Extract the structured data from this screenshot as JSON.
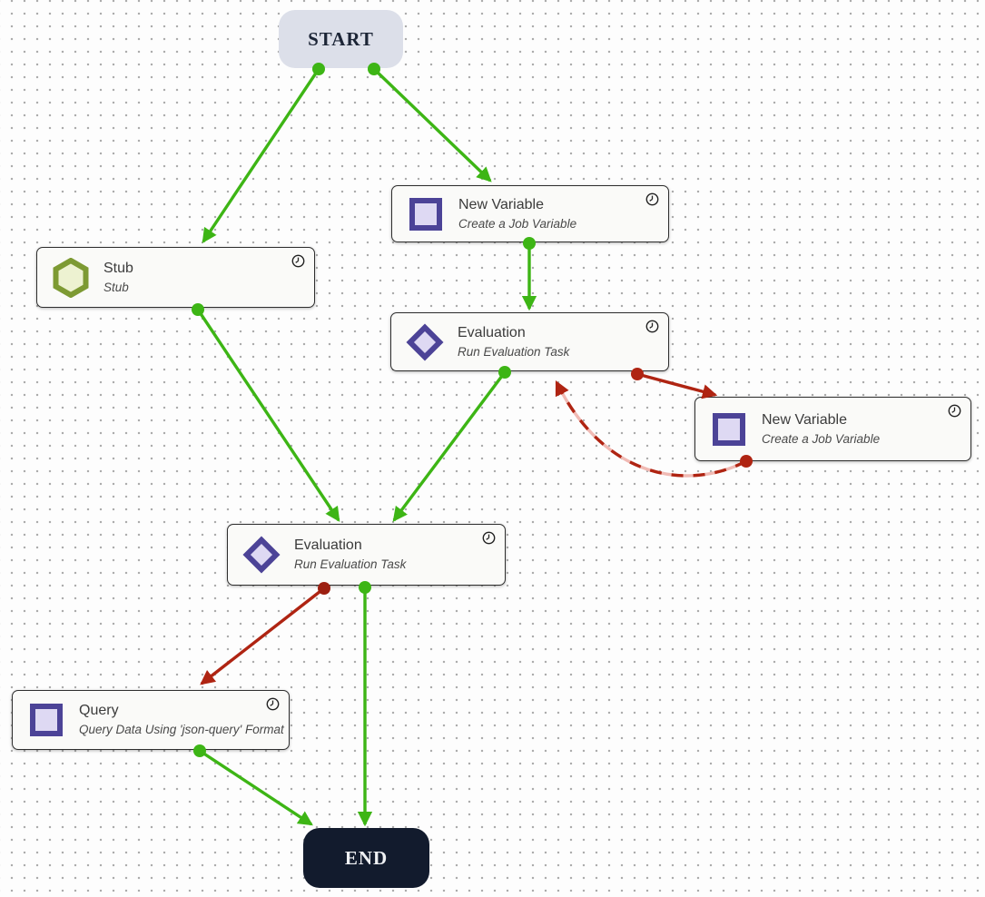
{
  "workflow": {
    "start_label": "START",
    "end_label": "END",
    "nodes": [
      {
        "id": "node-0",
        "title": "New Variable",
        "subtitle": "Create a Job Variable",
        "icon": "variable-square-icon"
      },
      {
        "id": "node-1",
        "title": "Stub",
        "subtitle": "Stub",
        "icon": "stub-hexagon-icon"
      },
      {
        "id": "node-2",
        "title": "Evaluation",
        "subtitle": "Run Evaluation Task",
        "icon": "evaluation-diamond-icon"
      },
      {
        "id": "node-3",
        "title": "New Variable",
        "subtitle": "Create a Job Variable",
        "icon": "variable-square-icon"
      },
      {
        "id": "node-4",
        "title": "Evaluation",
        "subtitle": "Run Evaluation Task",
        "icon": "evaluation-diamond-icon"
      },
      {
        "id": "node-5",
        "title": "Query",
        "subtitle": "Query Data Using 'json-query' Format",
        "icon": "query-square-icon"
      }
    ],
    "edges": [
      {
        "from": "start",
        "to": "node-1",
        "type": "success"
      },
      {
        "from": "start",
        "to": "node-0",
        "type": "success"
      },
      {
        "from": "node-0",
        "to": "node-2",
        "type": "success"
      },
      {
        "from": "node-1",
        "to": "node-4",
        "type": "success"
      },
      {
        "from": "node-2",
        "to": "node-4",
        "type": "success"
      },
      {
        "from": "node-2",
        "to": "node-3",
        "type": "failure"
      },
      {
        "from": "node-3",
        "to": "node-2",
        "type": "failure-dashed"
      },
      {
        "from": "node-4",
        "to": "node-5",
        "type": "failure"
      },
      {
        "from": "node-4",
        "to": "end",
        "type": "success"
      },
      {
        "from": "node-5",
        "to": "end",
        "type": "success"
      }
    ],
    "colors": {
      "success_edge": "#3db515",
      "failure_edge": "#af2412",
      "failure_dash_underlay": "#f0bab4",
      "node_bg": "#fafaf8",
      "node_border": "#2e2e2e",
      "start_bg": "#dcdfe9",
      "start_text": "#1c2536",
      "end_bg": "#121b2d",
      "end_text": "#eef0f3",
      "variable_icon_border": "#4c4397",
      "variable_icon_fill": "#ded9f3",
      "stub_icon_border": "#7d9a33",
      "stub_icon_fill": "#edf2d1"
    }
  }
}
